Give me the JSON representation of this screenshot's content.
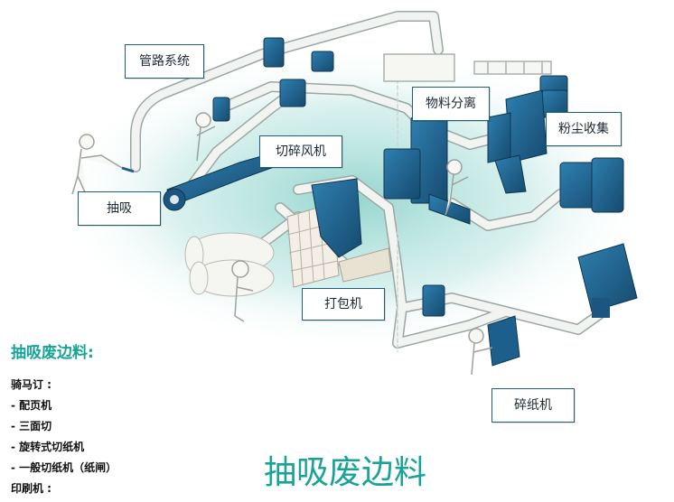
{
  "labels": {
    "pipe_system": "管路系统",
    "material_separation": "物料分离",
    "dust_collection": "粉尘收集",
    "cutting_fan": "切碎风机",
    "suction": "抽吸",
    "baler": "打包机",
    "shredder": "碎纸机"
  },
  "panel": {
    "heading": "抽吸废边料:",
    "lines": [
      "骑马订 :",
      "- 配页机",
      "- 三面切",
      "- 旋转式切纸机",
      "- 一般切纸机（纸闸）",
      "印刷机 :"
    ]
  },
  "big_title": "抽吸废边料",
  "colors": {
    "accent": "#17a398",
    "machine_blue": "#1d5f8c",
    "pipe": "#eef1ee",
    "floor_glow": "#8fd3cc"
  }
}
